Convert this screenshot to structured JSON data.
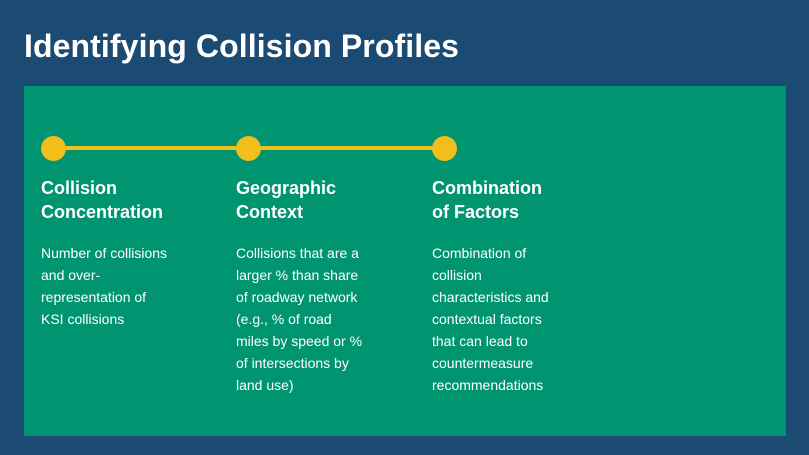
{
  "slide": {
    "title": "Identifying Collision Profiles"
  },
  "colors": {
    "background": "#1b4a72",
    "panel": "#009470",
    "accent": "#f1bf1b",
    "text": "#ffffff"
  },
  "columns": [
    {
      "heading": "Collision\nConcentration",
      "body": "Number of collisions\nand over-\nrepresentation of\nKSI collisions"
    },
    {
      "heading": "Geographic\nContext",
      "body": "Collisions that are a\nlarger % than share\nof roadway network\n(e.g., % of road\nmiles by speed or %\nof intersections by\nland use)"
    },
    {
      "heading": "Combination\nof Factors",
      "body": "Combination of\ncollision\ncharacteristics and\ncontextual factors\nthat can lead to\ncountermeasure\nrecommendations"
    }
  ]
}
